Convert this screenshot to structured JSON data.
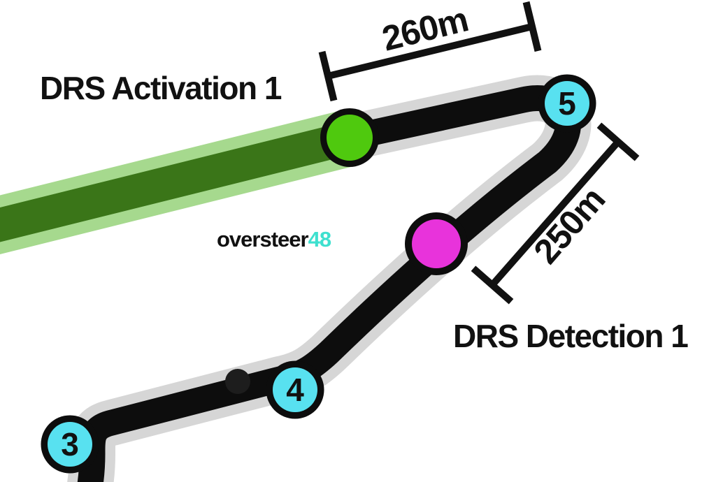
{
  "labels": {
    "drs_activation": "DRS Activation 1",
    "drs_detection": "DRS Detection 1"
  },
  "measurements": {
    "activation_zone_length": "260m",
    "detection_gap_length": "250m"
  },
  "corners": {
    "c3": "3",
    "c4": "4",
    "c5": "5"
  },
  "watermark": {
    "brand": "oversteer",
    "suffix": "48"
  },
  "colors": {
    "track": "#0d0d0d",
    "track_outline": "#d6d6d6",
    "drs_zone_inner": "#3a7518",
    "drs_zone_outer": "#a6d98e",
    "activation_marker": "#4fc90e",
    "detection_marker": "#e833db",
    "corner_marker": "#58e1f0",
    "marker_ring": "#0d0d0d",
    "brand_accent": "#3ee0cf",
    "text": "#111111"
  }
}
